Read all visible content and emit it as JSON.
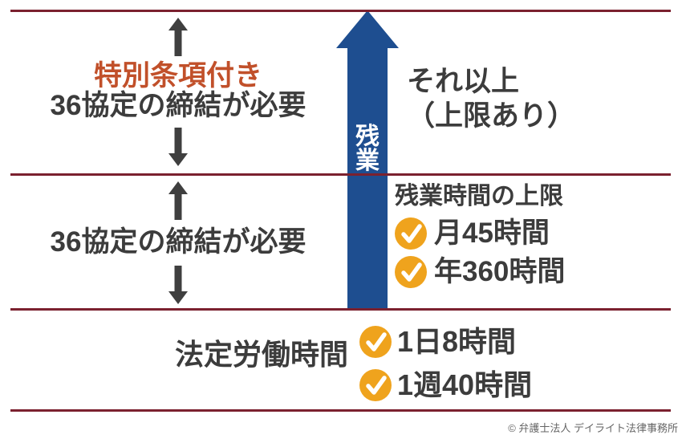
{
  "colors": {
    "divider_red": "#7b212f",
    "arrow_blue": "#1e4e90",
    "accent_orange": "#c1502a",
    "check_orange": "#efa31d",
    "text_dark": "#3c3c3c",
    "arrow_gray": "#3f3f3f",
    "copyright_gray": "#666666"
  },
  "overtime_arrow": {
    "label": "残業"
  },
  "special_section": {
    "highlight": "特別条項付き",
    "requirement": "36協定の締結が必要",
    "note_line1": "それ以上",
    "note_line2": "（上限あり）"
  },
  "agreement_section": {
    "requirement": "36協定の締結が必要",
    "limits_title": "残業時間の上限",
    "limits": [
      "月45時間",
      "年360時間"
    ]
  },
  "legal_section": {
    "label": "法定労働時間",
    "items": [
      "1日8時間",
      "1週40時間"
    ]
  },
  "footer": {
    "copyright": "© 弁護士法人 デイライト法律事務所"
  }
}
